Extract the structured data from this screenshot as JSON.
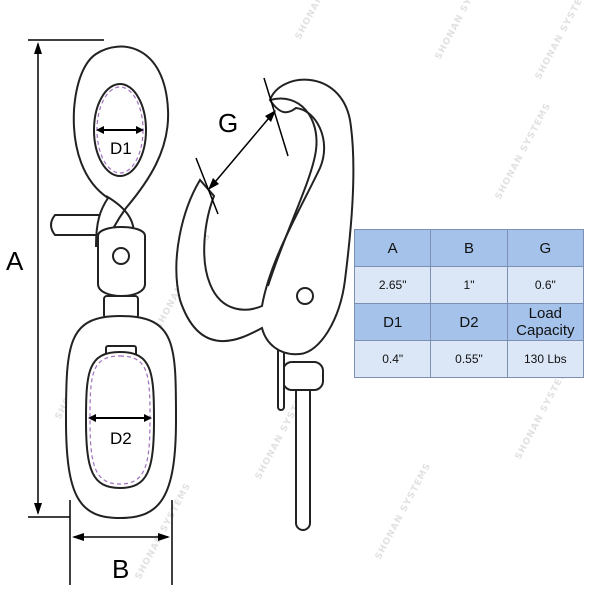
{
  "watermark": "SHONAN SYSTEMS",
  "dimensions": {
    "A": "A",
    "B": "B",
    "G": "G",
    "D1": "D1",
    "D2": "D2"
  },
  "spec_table": {
    "rows": [
      {
        "kind": "head",
        "cells": [
          "A",
          "B",
          "G"
        ]
      },
      {
        "kind": "val",
        "cells": [
          "2.65\"",
          "1\"",
          "0.6\""
        ]
      },
      {
        "kind": "head",
        "cells": [
          "D1",
          "D2",
          "Load Capacity"
        ]
      },
      {
        "kind": "val",
        "cells": [
          "0.4\"",
          "0.55\"",
          "130 Lbs"
        ]
      }
    ]
  },
  "colors": {
    "outline": "#222222",
    "hole_dash": "#a070c0",
    "table_header": "#a4c2ea",
    "table_value": "#dbe7f7"
  }
}
